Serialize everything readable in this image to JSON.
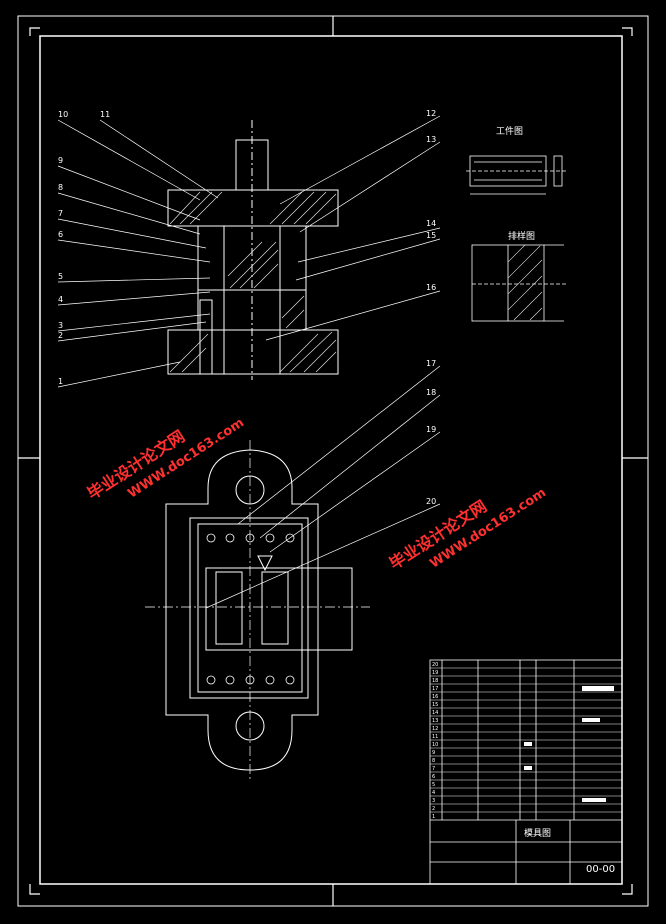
{
  "callouts_left": [
    "10",
    "11",
    "9",
    "8",
    "7",
    "6",
    "5",
    "4",
    "3",
    "2",
    "1"
  ],
  "callouts_right": [
    "12",
    "13",
    "14",
    "15",
    "16",
    "17",
    "18",
    "19",
    "20"
  ],
  "views": {
    "workpiece_title": "工件图",
    "layout_title": "排样图"
  },
  "watermarks": [
    {
      "line1": "毕业设计论文网",
      "line2": "WWW.doc163.com"
    },
    {
      "line1": "毕业设计论文网",
      "line2": "WWW.doc163.com"
    }
  ],
  "title_block": {
    "drawing_name": "模具图",
    "drawing_number": "00-00"
  },
  "bom_numbers": [
    "20",
    "19",
    "18",
    "17",
    "16",
    "15",
    "14",
    "13",
    "12",
    "11",
    "10",
    "9",
    "8",
    "7",
    "6",
    "5",
    "4",
    "3",
    "2",
    "1"
  ]
}
